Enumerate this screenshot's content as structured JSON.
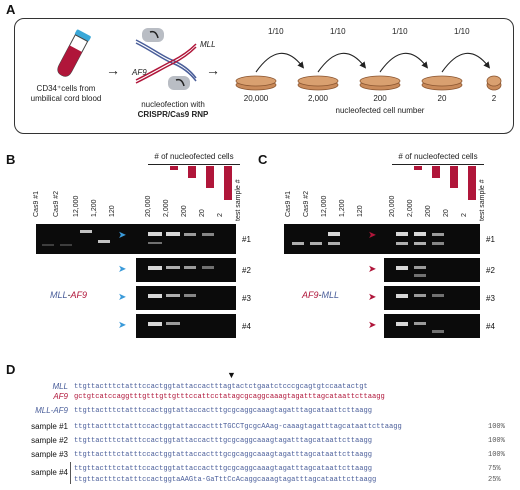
{
  "panels": {
    "A": "A",
    "B": "B",
    "C": "C",
    "D": "D"
  },
  "panelA": {
    "source_label": "CD34⁺cells from umbilical cord blood",
    "gene_top": "MLL",
    "gene_bottom": "AF9",
    "nucleofection_label": "nucleofection with",
    "rnp_label": "CRISPR/Cas9 RNP",
    "dilution_labels": [
      "1/10",
      "1/10",
      "1/10",
      "1/10"
    ],
    "dish_counts": [
      "20,000",
      "2,000",
      "200",
      "20",
      "2"
    ],
    "axis_label": "nucleofected cell number"
  },
  "panelB": {
    "lanes": [
      "Cas9 #1",
      "Cas9 #2",
      "12,000",
      "1,200",
      "120",
      "20,000",
      "2,000",
      "200",
      "20",
      "2"
    ],
    "header": "# of nucleofected cells",
    "test_sample": "test sample #",
    "samples": [
      "#1",
      "#2",
      "#3",
      "#4"
    ],
    "fusion_a": "MLL",
    "fusion_sep": "-",
    "fusion_b": "AF9"
  },
  "panelC": {
    "lanes": [
      "Cas9 #1",
      "Cas9 #2",
      "12,000",
      "1,200",
      "120",
      "20,000",
      "2,000",
      "200",
      "20",
      "2"
    ],
    "header": "# of nucleofected cells",
    "test_sample": "test sample #",
    "samples": [
      "#1",
      "#2",
      "#3",
      "#4"
    ],
    "fusion_a": "AF9",
    "fusion_sep": "-",
    "fusion_b": "MLL"
  },
  "panelD": {
    "cut_marker": "▼",
    "rows": [
      {
        "label": "MLL",
        "seq": "ttgttactttctatttccactggtattaccactttagtactctgaatctcccgcagtgtccaatactgt",
        "pct": ""
      },
      {
        "label": "AF9",
        "seq": "gctgtcatccaggtttgtttgttgtttccattcctatagcgcaggcaaagtagatttagcataattcttaagg",
        "pct": ""
      },
      {
        "label": "MLL-AF9",
        "seq": "ttgttactttctatttccactggtattaccactttgcgcaggcaaagtagatttagcataattcttaagg",
        "pct": ""
      },
      {
        "label": "sample #1",
        "seq": "ttgttactttctatttccactggtattaccactttTGCCTgcgcAAag-caaagtagatttagcataattcttaagg",
        "pct": "100%"
      },
      {
        "label": "sample #2",
        "seq": "ttgttactttctatttccactggtattaccactttgcgcaggcaaagtagatttagcataattcttaagg",
        "pct": "100%"
      },
      {
        "label": "sample #3",
        "seq": "ttgttactttctatttccactggtattaccactttgcgcaggcaaagtagatttagcataattcttaagg",
        "pct": "100%"
      },
      {
        "label": "sample #4",
        "seq": "ttgttactttctatttccactggtattaccactttgcgcaggcaaagtagatttagcataattcttaagg",
        "pct": "75%"
      },
      {
        "label": "",
        "seq": "ttgttactttctatttccactggtaAAGta-GaTttCcAcaggcaaagtagatttagcataattcttaagg",
        "pct": "25%"
      }
    ]
  }
}
